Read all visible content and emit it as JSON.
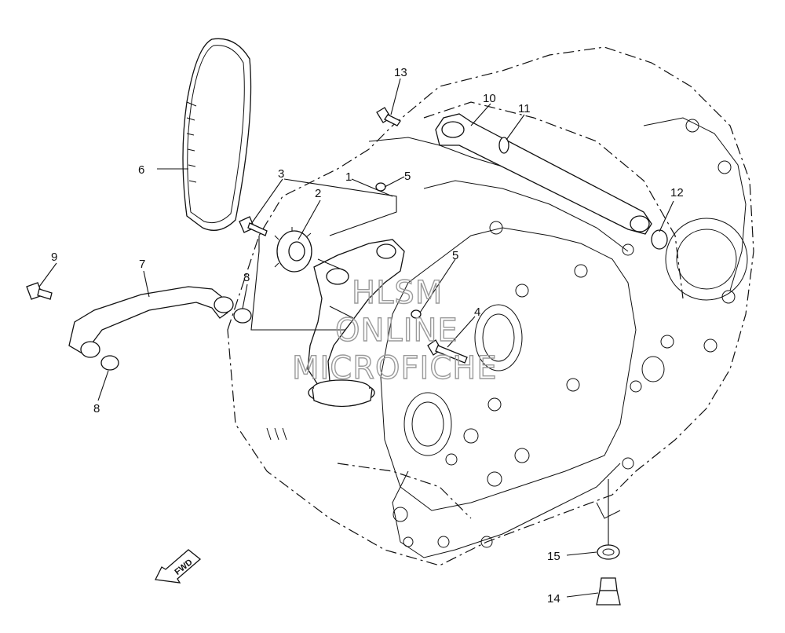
{
  "callouts": {
    "c1": "1",
    "c2": "2",
    "c3": "3",
    "c4": "4",
    "c5a": "5",
    "c5b": "5",
    "c6": "6",
    "c7": "7",
    "c8a": "8",
    "c8b": "8",
    "c9": "9",
    "c10": "10",
    "c11": "11",
    "c12": "12",
    "c13": "13",
    "c14": "14",
    "c15": "15"
  },
  "direction_label": "FWD",
  "watermark": {
    "line1": "HLSM",
    "line2": "ONLINE",
    "line3": "MICROFICHE"
  }
}
